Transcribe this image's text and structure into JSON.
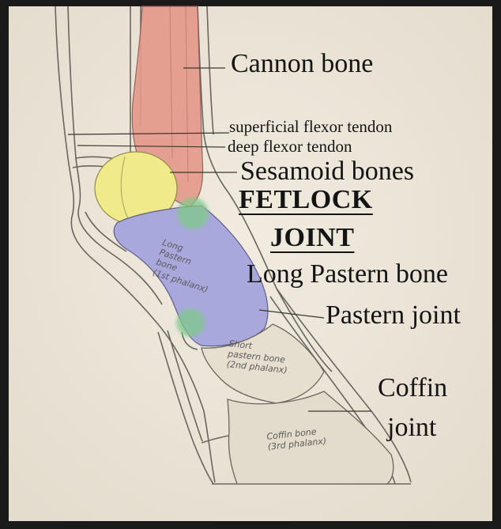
{
  "labels": {
    "cannon_bone": "Cannon bone",
    "superficial_flexor_tendon": "superficial flexor tendon",
    "deep_flexor_tendon": "deep flexor tendon",
    "sesamoid_bones": "Sesamoid bones",
    "fetlock": "FETLOCK",
    "joint": "JOINT",
    "long_pastern_bone": "Long Pastern bone",
    "pastern_joint": "Pastern joint",
    "coffin": "Coffin",
    "coffin_joint_word": "joint"
  },
  "handwritten": {
    "long_pastern": [
      "Long",
      "Pastern",
      "bone",
      "(1st phalanx)"
    ],
    "short_pastern": [
      "Short",
      "pastern bone",
      "(2nd phalanx)"
    ],
    "coffin_bone": [
      "Coffin bone",
      "(3rd phalanx)"
    ]
  },
  "colors": {
    "paper": "#ece5d8",
    "cannon_bone": "#e59a8c",
    "sesamoid": "#f0ea8a",
    "long_pastern": "#a9a8dc",
    "joint_marker": "#7fc98a",
    "frame": "#1a1a1a"
  }
}
